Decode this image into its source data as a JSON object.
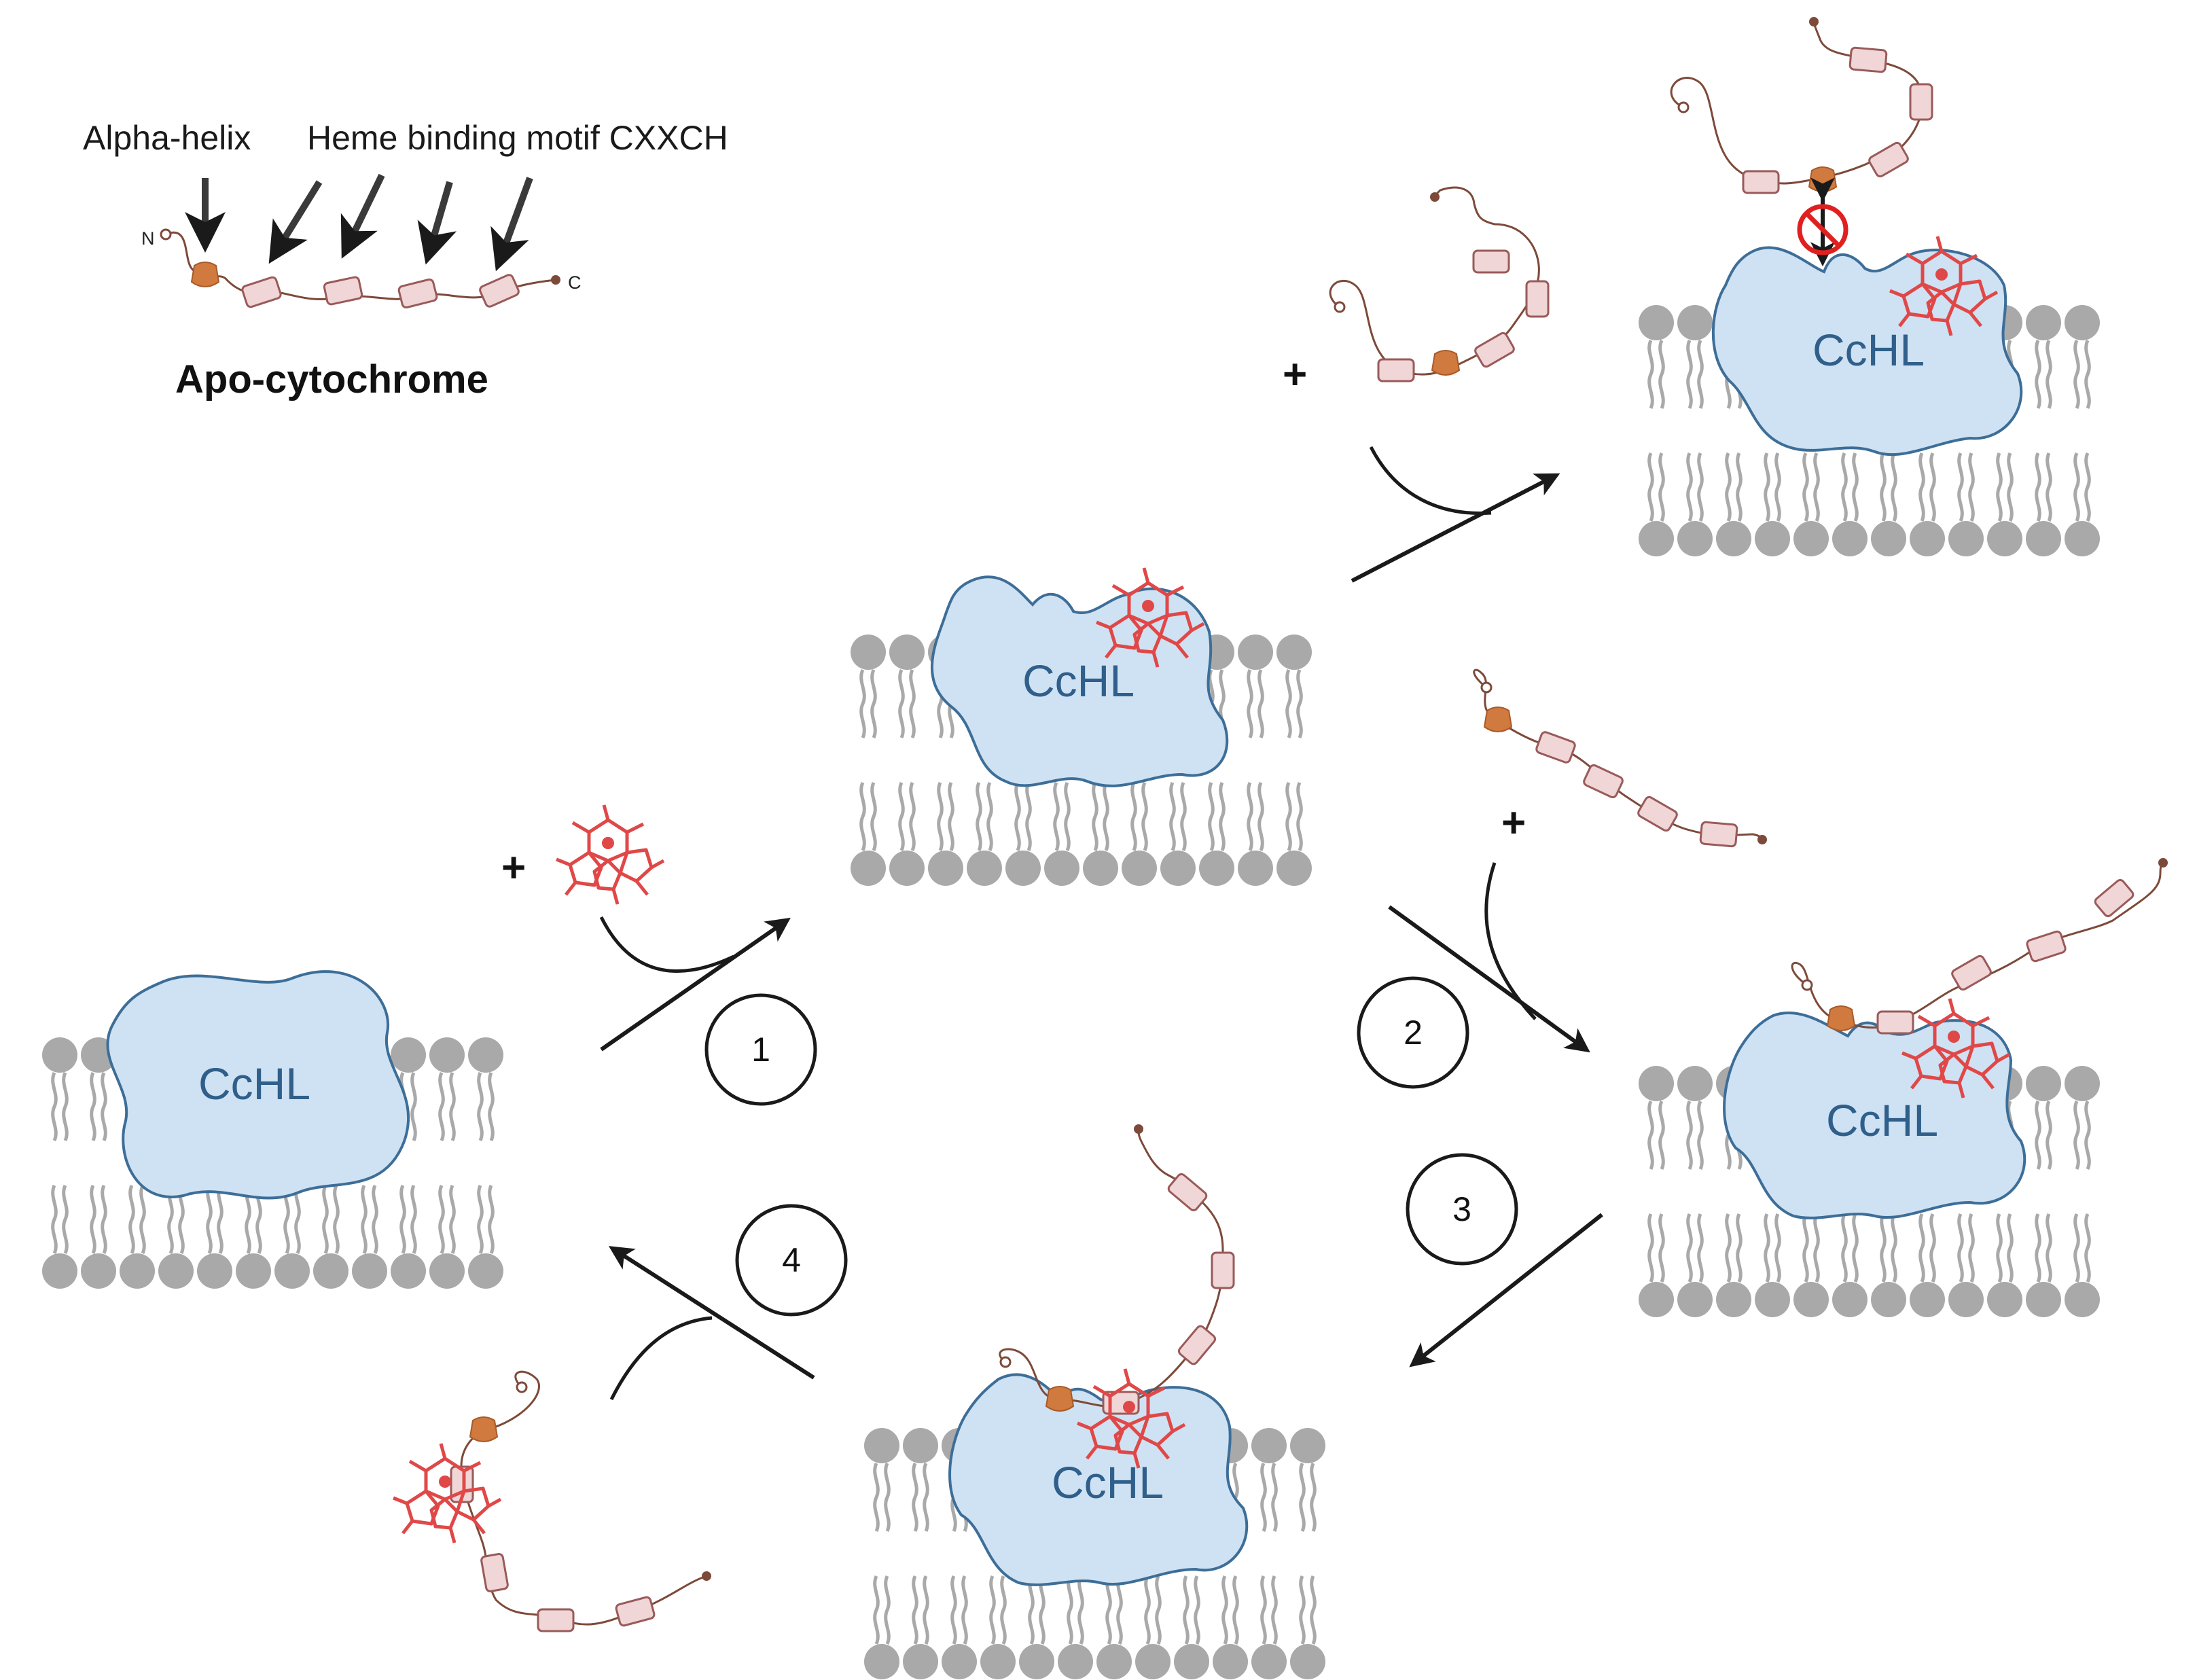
{
  "legend": {
    "alpha_helix_label": "Alpha-helix",
    "heme_motif_label": "Heme binding motif CXXCH",
    "n_terminus": "N",
    "c_terminus": "C",
    "title": "Apo-cytochrome"
  },
  "enzyme_label": "CcHL",
  "plus_sign": "+",
  "steps": [
    "1",
    "2",
    "3",
    "4"
  ],
  "colors": {
    "enzyme_fill": "#cfe2f3",
    "enzyme_stroke": "#3d6e98",
    "enzyme_text": "#2f5f8a",
    "lipid": "#a9a9a9",
    "heme": "#e04848",
    "helix": "#d17a40",
    "motif_fill": "#f0d6d6",
    "motif_stroke": "#9a5a5a",
    "chain": "#7d4a3a",
    "block_sign": "#e02020",
    "arrow": "#1a1a1a"
  },
  "icons": [
    "heme-icon",
    "alpha-helix-icon",
    "motif-icon",
    "no-entry-icon",
    "lipid-bilayer-icon"
  ]
}
